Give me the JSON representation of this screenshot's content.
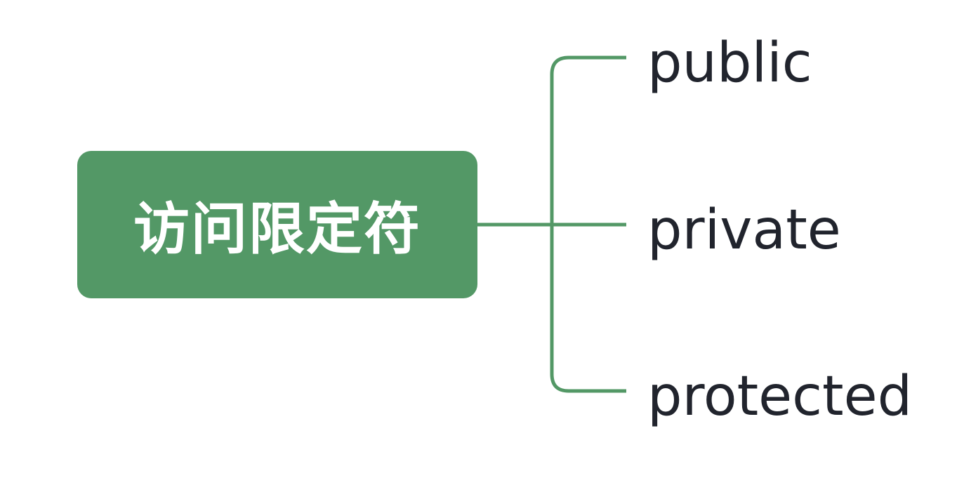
{
  "colors": {
    "root_fill": "#539866",
    "root_text": "#ffffff",
    "connector": "#539866",
    "child_text": "#21242d",
    "background": "#ffffff"
  },
  "root": {
    "label": "访问限定符"
  },
  "children": [
    {
      "label": "public"
    },
    {
      "label": "private"
    },
    {
      "label": "protected"
    }
  ]
}
